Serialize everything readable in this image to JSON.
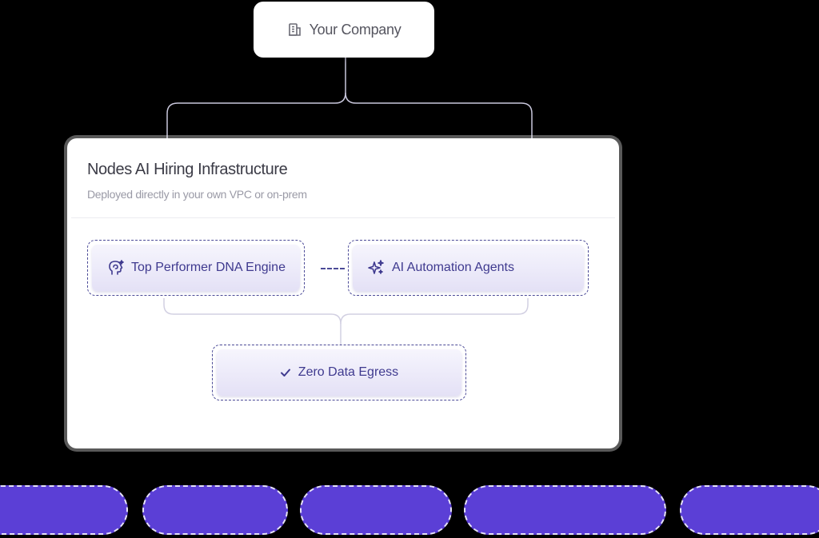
{
  "company": {
    "label": "Your Company",
    "icon": "building-icon"
  },
  "infrastructure": {
    "title": "Nodes AI Hiring Infrastructure",
    "subtitle": "Deployed directly in your own VPC or on-prem"
  },
  "modules": [
    {
      "label": "Top Performer DNA Engine",
      "icon": "brain-head-icon"
    },
    {
      "label": "AI Automation Agents",
      "icon": "sparkles-icon"
    }
  ],
  "egress": {
    "label": "Zero Data Egress",
    "icon": "check-icon"
  },
  "colors": {
    "accent": "#3f3a8f",
    "dashed_border": "#4b4a97",
    "pill": "#5b3fd6"
  }
}
